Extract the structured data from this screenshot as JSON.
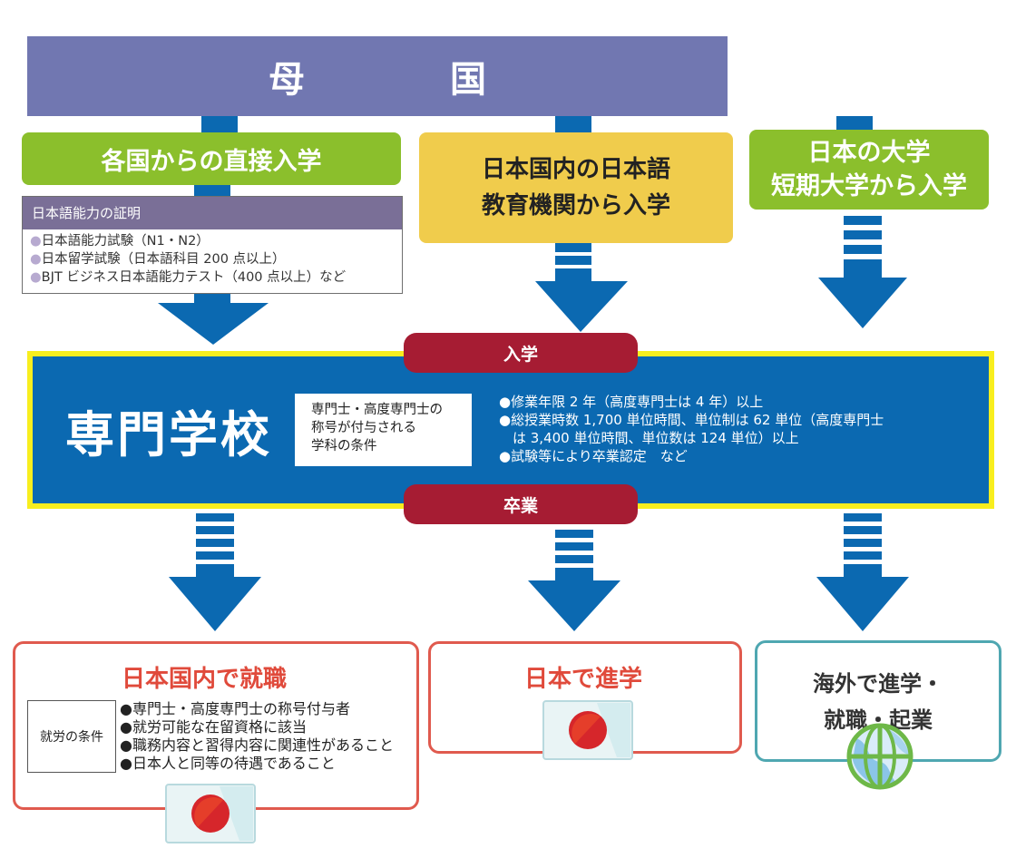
{
  "header": {
    "title": "母　国"
  },
  "sources": {
    "direct": "各国からの直接入学",
    "language_school": [
      "日本国内の日本語",
      "教育機関から入学"
    ],
    "university": [
      "日本の大学",
      "短期大学から入学"
    ]
  },
  "certificate": {
    "title": "日本語能力の証明",
    "items": [
      "日本語能力試験（N1・N2）",
      "日本留学試験（日本語科目 200 点以上）",
      "BJT ビジネス日本語能力テスト（400 点以上）など"
    ],
    "bullet": "●"
  },
  "school": {
    "title": "専門学校",
    "enter_label": "入学",
    "graduate_label": "卒業",
    "condition_label": [
      "専門士・高度専門士の",
      "称号が付与される",
      "学科の条件"
    ],
    "requirements": [
      "●修業年限 2 年（高度専門士は 4 年）以上",
      "●総授業時数 1,700 単位時間、単位制は 62 単位（高度専門士",
      "　は 3,400 単位時間、単位数は 124 単位）以上",
      "●試験等により卒業認定　など"
    ]
  },
  "outcomes": {
    "employment": {
      "title": "日本国内で就職",
      "condition_label": "就労の条件",
      "conditions": [
        "●専門士・高度専門士の称号付与者",
        "●就労可能な在留資格に該当",
        "●職務内容と習得内容に関連性があること",
        "●日本人と同等の待遇であること"
      ]
    },
    "further_study": {
      "title": "日本で進学"
    },
    "abroad": {
      "title": [
        "海外で進学・",
        "就職・起業"
      ]
    }
  },
  "colors": {
    "home": "#7177b1",
    "green": "#8bbf2c",
    "yellow": "#f0cc4c",
    "school_blue": "#0b69b1",
    "school_border": "#f8ee1e",
    "pill": "#a61c33",
    "arrow": "#0b69b1",
    "outcome_red": "#e05a4e",
    "outcome_teal": "#4fa7b1"
  }
}
